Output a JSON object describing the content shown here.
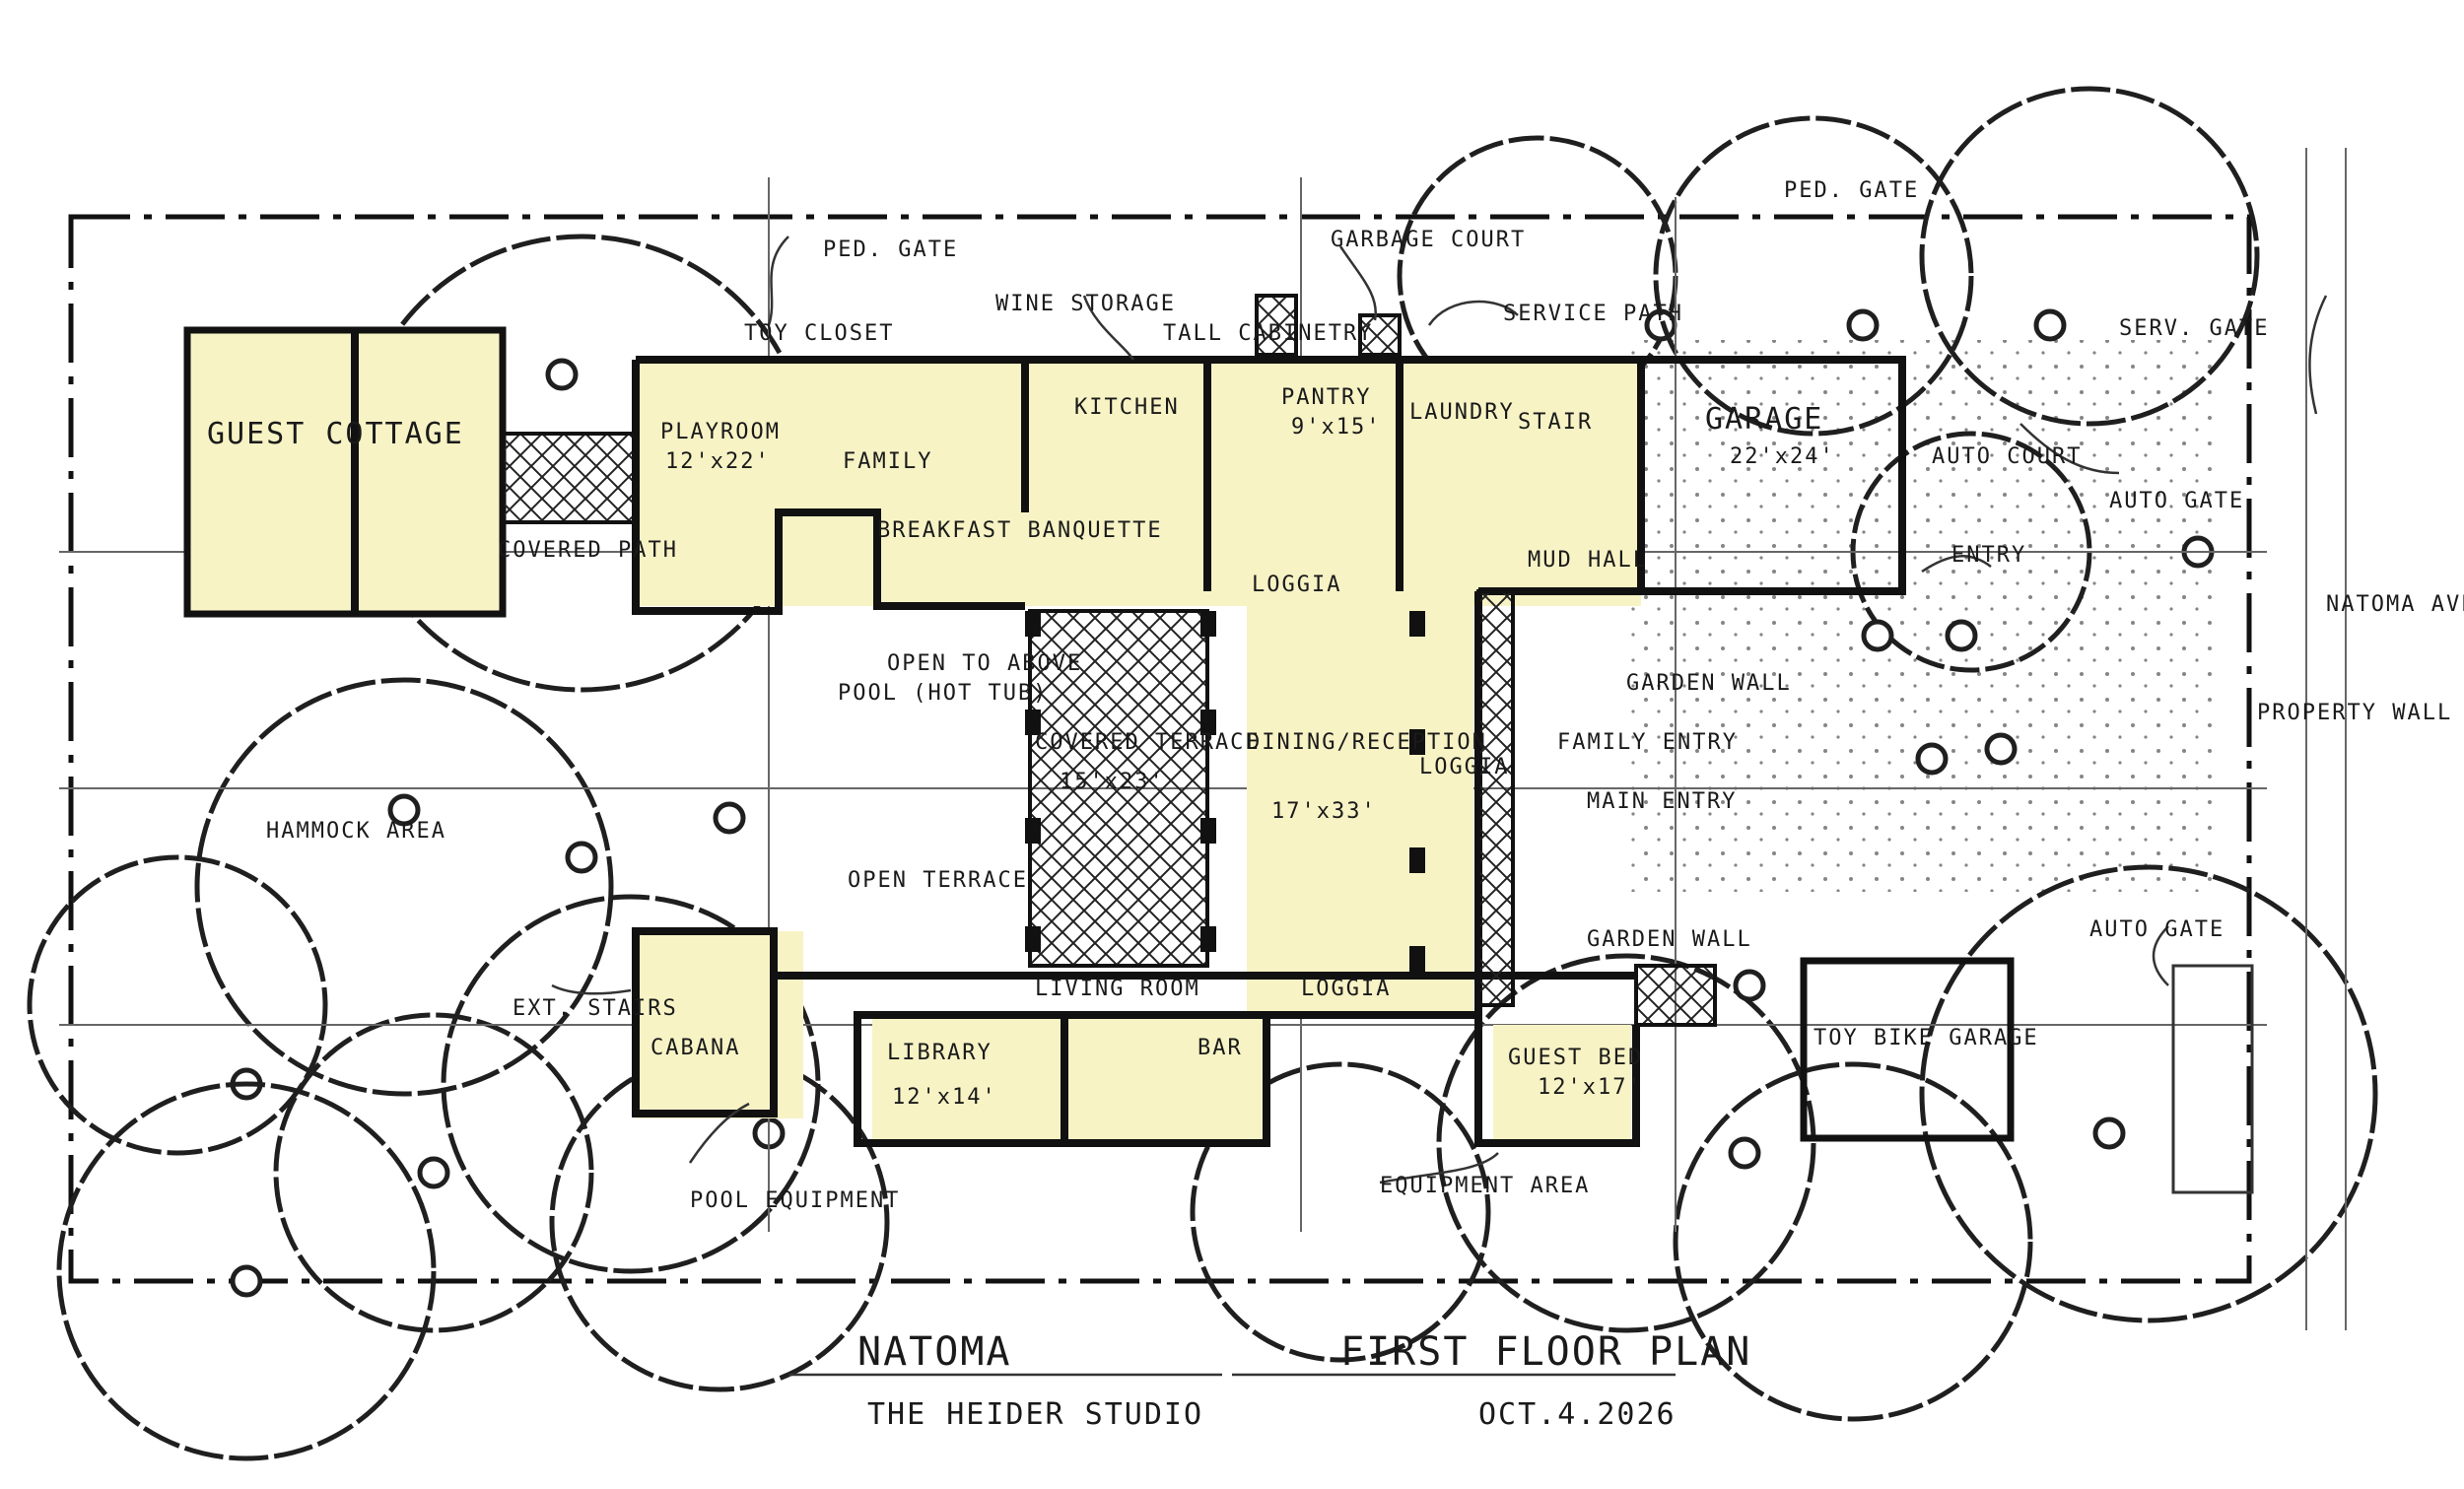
{
  "rooms": {
    "guest_cottage": "GUEST COTTAGE",
    "covered_path": "COVERED PATH",
    "playroom": "PLAYROOM",
    "playroom_size": "12'x22'",
    "toy_closet": "TOY CLOSET",
    "family": "FAMILY",
    "kitchen": "KITCHEN",
    "breakfast_banquette": "BREAKFAST BANQUETTE",
    "pantry": "PANTRY",
    "pantry_size": "9'x15'",
    "laundry": "LAUNDRY",
    "stair": "STAIR",
    "garage": "GARAGE",
    "garage_size": "22'x24'",
    "mud_hall": "MUD HALL",
    "loggia": "LOGGIA",
    "covered_terrace": "COVERED TERRACE",
    "covered_terrace_size": "15'x23'",
    "dining_reception": "DINING/RECEPTION",
    "dining_size": "17'x33'",
    "pool_hot_tub": "POOL (HOT TUB)",
    "open_to_above": "OPEN TO ABOVE",
    "open_terrace": "OPEN TERRACE",
    "hammock_area": "HAMMOCK AREA",
    "living_room": "LIVING ROOM",
    "library": "LIBRARY",
    "library_size": "12'x14'",
    "bar": "BAR",
    "guest_bedroom": "GUEST BED",
    "guest_bedroom_size": "12'x17'",
    "garden_wall": "GARDEN WALL",
    "family_entry": "FAMILY ENTRY",
    "main_entry": "MAIN ENTRY",
    "entry": "ENTRY",
    "auto_court": "AUTO COURT",
    "auto_gate": "AUTO GATE",
    "ped_gate": "PED. GATE",
    "serv_gate": "SERV. GATE",
    "garbage_court": "GARBAGE COURT",
    "service_path": "SERVICE PATH",
    "property_wall": "PROPERTY WALL",
    "natoma_ave": "NATOMA AVE.",
    "pool_equipment": "POOL EQUIPMENT",
    "ext_stairs": "EXT. STAIRS",
    "toy_bike_garage": "TOY BIKE GARAGE",
    "equipment_area": "EQUIPMENT AREA",
    "tall_cabinetry": "TALL CABINETRY",
    "wine_storage": "WINE STORAGE",
    "cabana": "CABANA"
  },
  "title_block": {
    "project": "NATOMA",
    "drawing": "FIRST FLOOR PLAN",
    "firm": "THE HEIDER STUDIO",
    "date": "OCT.4.2026"
  }
}
